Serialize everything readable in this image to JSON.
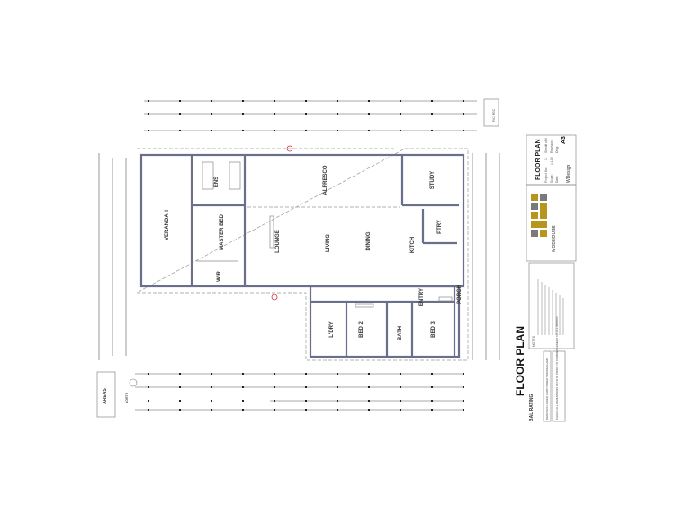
{
  "drawing": {
    "rooms": {
      "verandah": "VERANDAH",
      "ensuite": "ENS",
      "master_bed": "MASTER BED",
      "wir": "WIR",
      "lounge": "LOUNGE",
      "living": "LIVING",
      "dining": "DINING",
      "alfresco": "ALFRESCO",
      "study": "STUDY",
      "kitchen": "KITCH",
      "pantry": "PTRY",
      "entry": "ENTRY",
      "porch": "PORCH",
      "laundry": "L'DRY",
      "bed2": "BED 2",
      "bath": "BATH",
      "bed3": "BED 3"
    },
    "north_label": "NORTH",
    "areas_title": "AREAS",
    "pic_rec": "PIC REC"
  },
  "title_block": {
    "sheet_title": "FLOOR PLAN",
    "project_no_label": "Project No:",
    "project_no": "1",
    "sheet_label": "Sheet:",
    "sheet": "2 of 4",
    "scale_label": "Scale:",
    "scale": "1:100",
    "revision_label": "Revision:",
    "date_label": "Date:",
    "dwg_label": "Dwg:",
    "paper_size": "A3",
    "designer": "WDesign",
    "company": "MODHOUSE",
    "big_title": "FLOOR PLAN",
    "bal_title": "BAL RATING",
    "notes_title": "NOTES",
    "smoke_alarm_note": "DENOTES LINKED HARD WIRED SMOKE ALARM",
    "check_note": "CHECK ALL DIMENSIONS ON SITE PRIOR TO COMMENCEMENT OF ALL WORKS"
  },
  "colors": {
    "wall": "#6a6f8c",
    "logo_gold": "#b8961e",
    "logo_grey": "#7a7a7a"
  }
}
